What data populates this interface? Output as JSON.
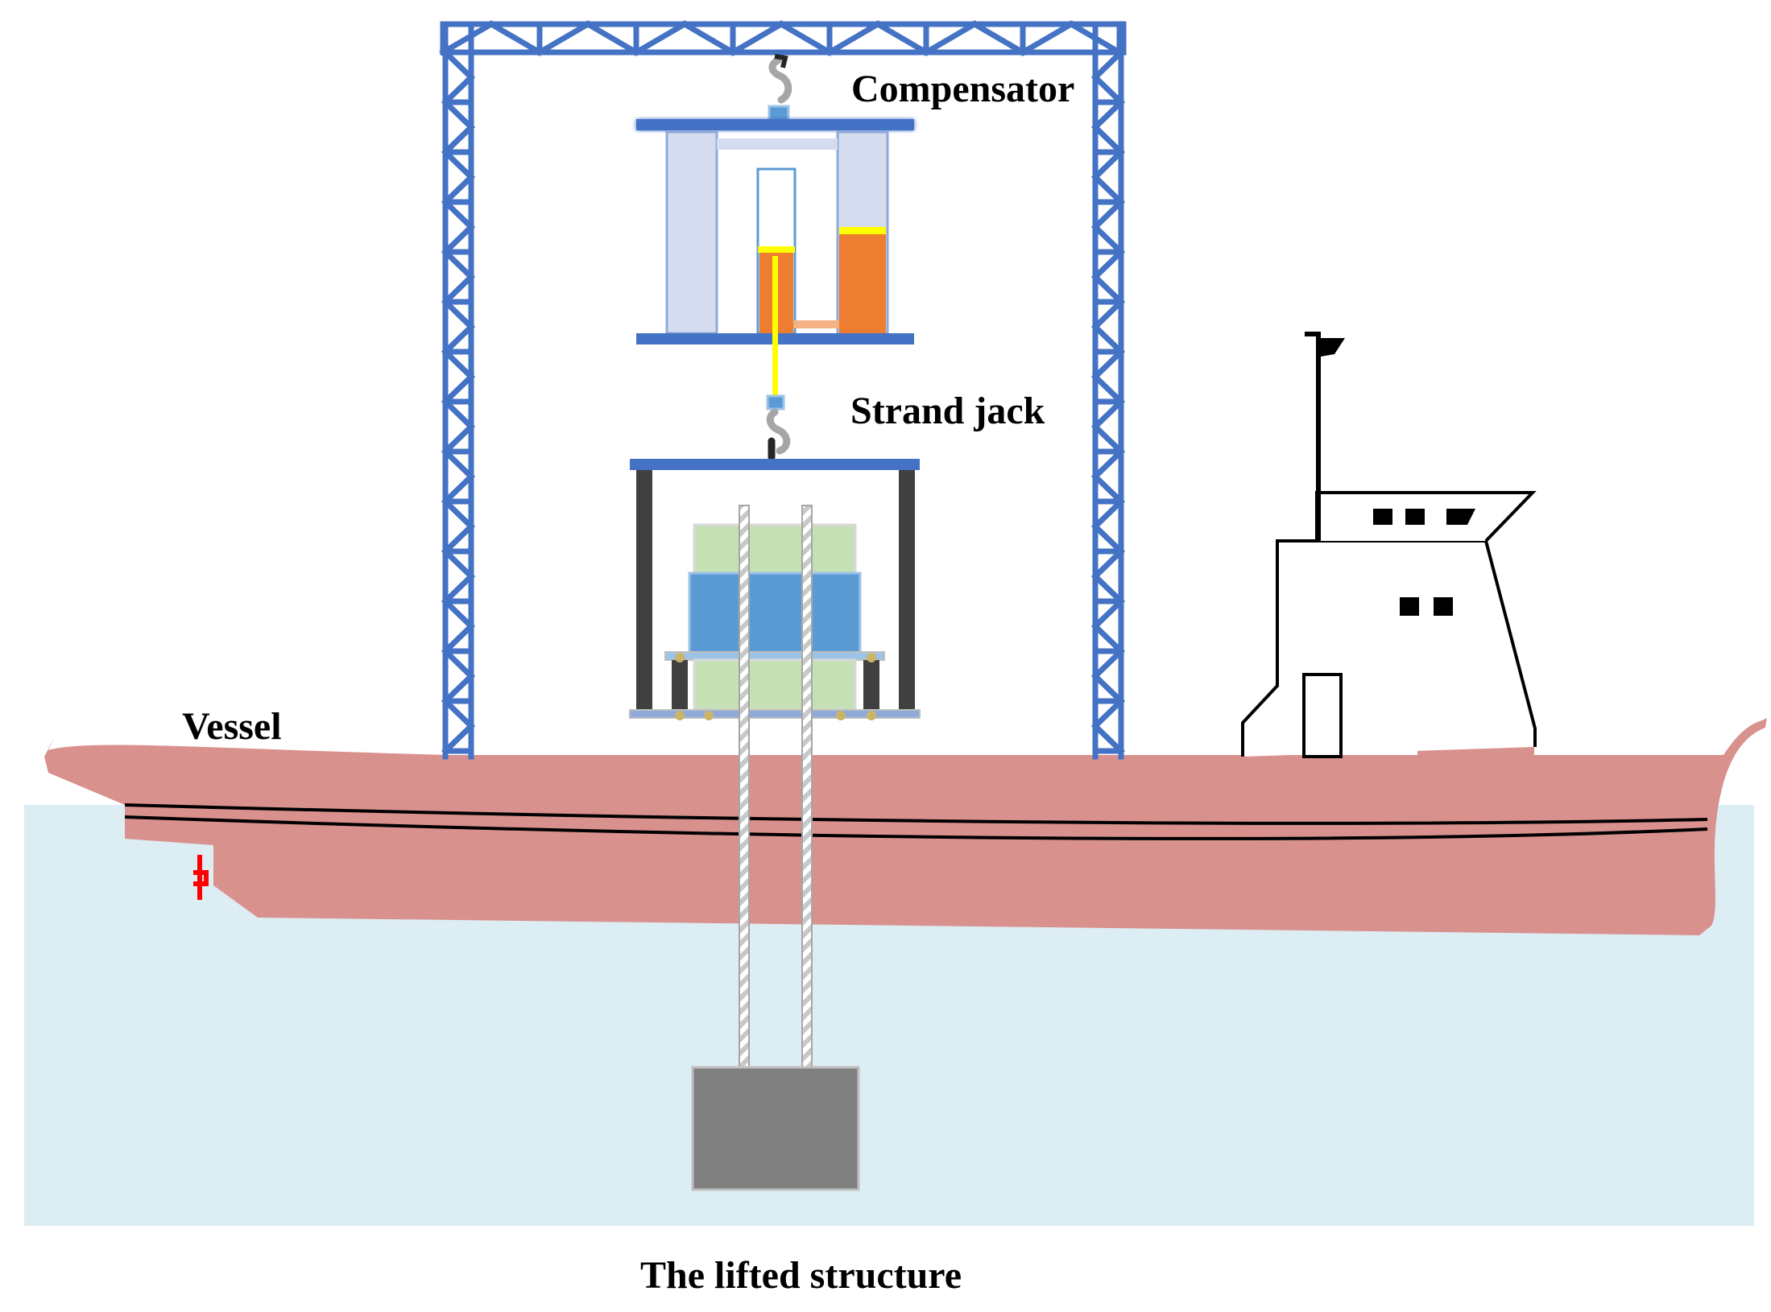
{
  "labels": {
    "compensator": "Compensator",
    "strand_jack": "Strand jack",
    "vessel": "Vessel",
    "lifted_structure": "The lifted structure"
  },
  "colors": {
    "water": "#dcedf4",
    "hull": "#d9918d",
    "frame": "#4472c4",
    "compensator_column": "#d6dcef",
    "hydraulic_fluid": "#ed7d31",
    "piston_cap": "#ffff00",
    "strand": "#d9d9d9",
    "jack_body": "#5b9bd5",
    "jack_band": "#c5e0b4",
    "jack_post": "#404040",
    "structure": "#808080",
    "superstructure": "#ffffff",
    "outline": "#000000",
    "rudder": "#ff0000"
  }
}
